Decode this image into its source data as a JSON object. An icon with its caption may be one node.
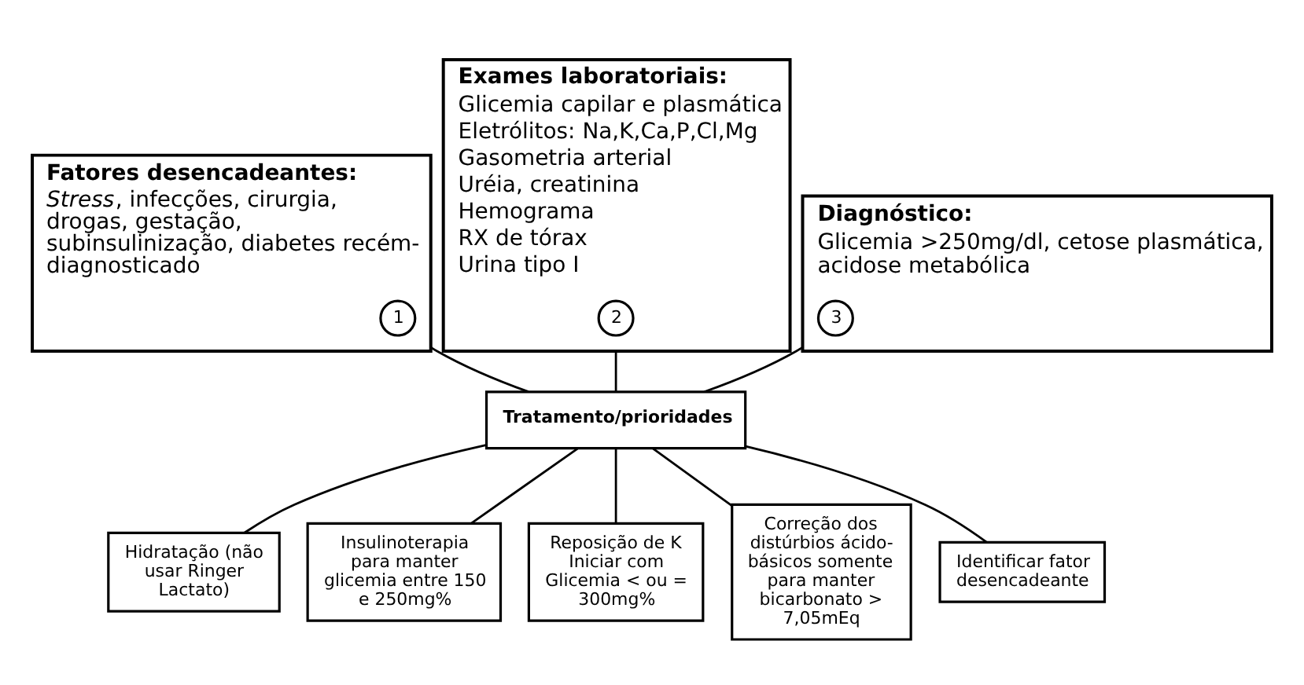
{
  "diagram": {
    "nodes": [
      {
        "text": [
          "Fatores desencadeantes:",
          "*Stress*, infecções, cirurgia, drogas, gestação, subinsulinização, diabetes recém-diagnosticado"
        ]
      },
      {
        "text": [
          "1"
        ],
        "in": 0
      },
      {
        "text": [
          "Exames laboratoriais:",
          "Glicemia capilar e plasmática",
          "Eletrólitos: Na,K,Ca,P,Cl,Mg",
          "Gasometria arterial",
          "Uréia, creatinina",
          "Hemograma",
          "RX de tórax",
          "Urina tipo I"
        ]
      },
      {
        "text": [
          "2"
        ],
        "in": 2
      },
      {
        "text": [
          "Diagnóstico:",
          "Glicemia >250mg/dl, cetose plasmática, acidose metabólica"
        ]
      },
      {
        "text": [
          "3"
        ],
        "in": 4
      },
      {
        "text": [
          "Tratamento/prioridades"
        ]
      },
      {
        "text": [
          "Hidratação (não usar Ringer Lactato)"
        ]
      },
      {
        "text": [
          "Insulinoterapia para manter glicemia entre 150 e 250mg%"
        ]
      },
      {
        "text": [
          "Reposição de K Iniciar com Glicemia < ou = 300mg%"
        ]
      },
      {
        "text": [
          "Correção dos distúrbios ácido-básicos somente para manter bicarbonato > 7,05mEq"
        ]
      },
      {
        "text": [
          "Identificar fator desencadeante"
        ]
      }
    ],
    "edges": [
      {
        "from": 0,
        "to": 6,
        "arrow": "none"
      },
      {
        "from": 2,
        "to": 6,
        "arrow": "none"
      },
      {
        "from": 4,
        "to": 6,
        "arrow": "none"
      },
      {
        "from": 6,
        "to": 7,
        "arrow": "none"
      },
      {
        "from": 6,
        "to": 8,
        "arrow": "none"
      },
      {
        "from": 6,
        "to": 9,
        "arrow": "none"
      },
      {
        "from": 6,
        "to": 10,
        "arrow": "none"
      },
      {
        "from": 6,
        "to": 11,
        "arrow": "none"
      }
    ]
  }
}
